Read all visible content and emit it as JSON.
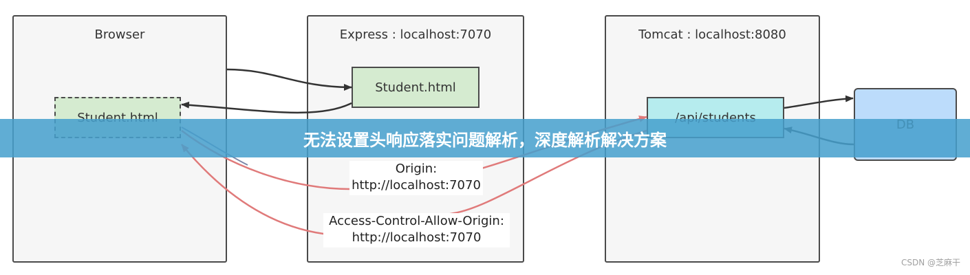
{
  "panels": {
    "browser": {
      "title": "Browser",
      "node": "Student.html"
    },
    "express": {
      "title": "Express : localhost:7070",
      "node": "Student.html"
    },
    "tomcat": {
      "title": "Tomcat : localhost:8080",
      "node": "/api/students"
    },
    "db": {
      "label": "DB"
    }
  },
  "headers": {
    "origin_line1": "Origin:",
    "origin_line2": "http://localhost:7070",
    "acao_line1": "Access-Control-Allow-Origin:",
    "acao_line2": "http://localhost:7070"
  },
  "banner": {
    "title": "无法设置头响应落实问题解析，深度解析解决方案"
  },
  "watermark": "CSDN @芝麻干",
  "colors": {
    "panel_border": "#4a4a4a",
    "student_fill": "#d5ebd0",
    "api_fill": "#b6ecee",
    "db_fill": "#bcdcfb",
    "request_arrow": "#e07a7a",
    "banner": "#46a0cd"
  }
}
